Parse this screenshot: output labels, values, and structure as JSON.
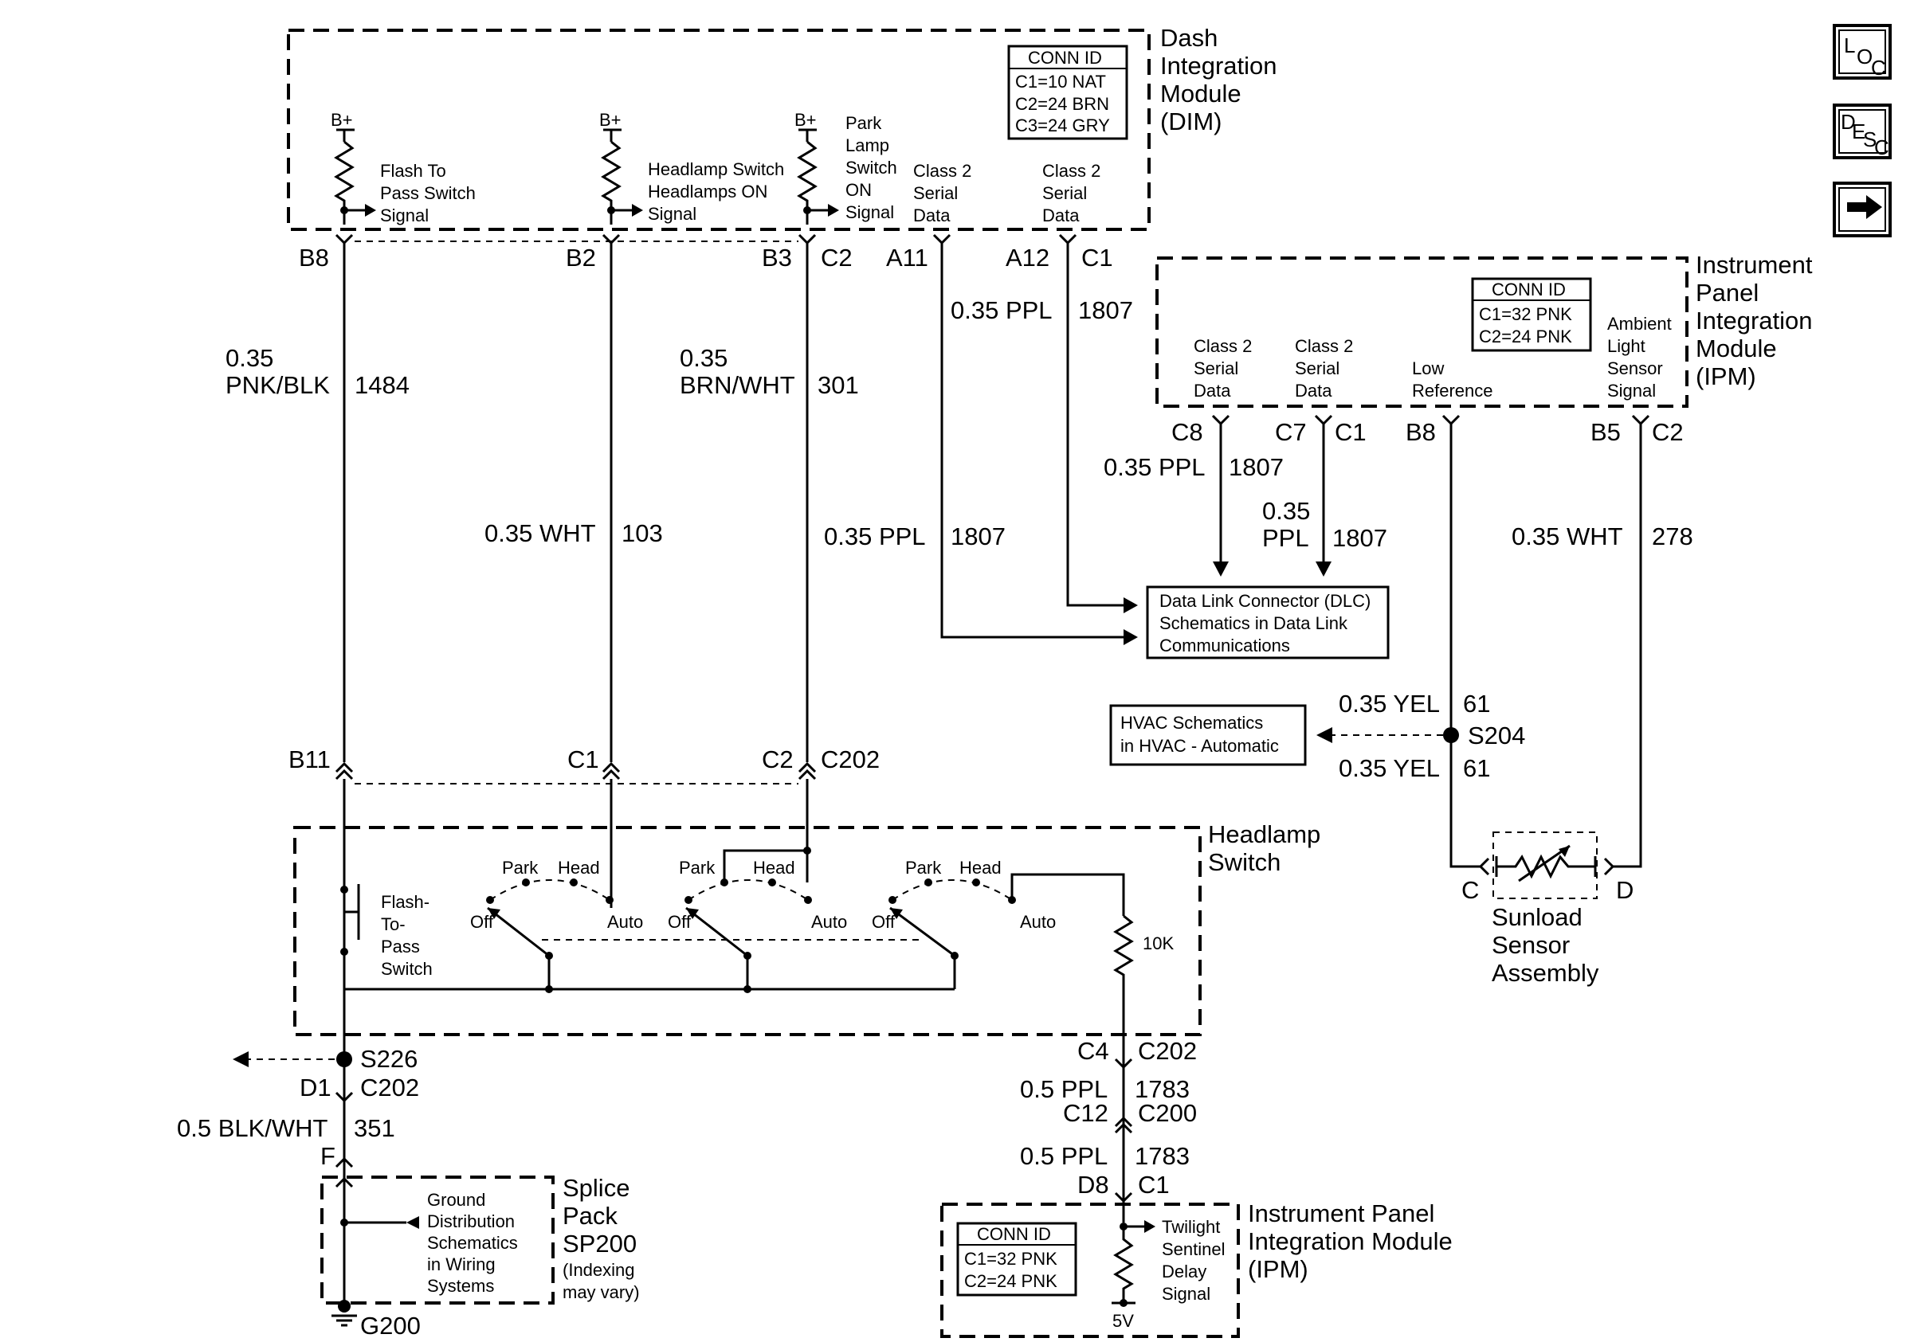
{
  "modules": {
    "dim": {
      "name": [
        "Dash",
        "Integration",
        "Module",
        "(DIM)"
      ],
      "conn_title": "CONN ID",
      "conns": [
        "C1=10 NAT",
        "C2=24 BRN",
        "C3=24 GRY"
      ]
    },
    "ipm_top": {
      "name": [
        "Instrument",
        "Panel",
        "Integration",
        "Module",
        "(IPM)"
      ],
      "conn_title": "CONN ID",
      "conns": [
        "C1=32 PNK",
        "C2=24 PNK"
      ]
    },
    "ipm_bottom": {
      "name": [
        "Instrument Panel",
        "Integration Module",
        "(IPM)"
      ],
      "conn_title": "CONN ID",
      "conns": [
        "C1=32 PNK",
        "C2=24 PNK"
      ]
    },
    "headlamp_switch": {
      "name": [
        "Headlamp",
        "Switch"
      ]
    },
    "splice_pack": {
      "name": [
        "Splice",
        "Pack",
        "SP200"
      ],
      "note": [
        "(Indexing",
        "may vary)"
      ]
    },
    "sunload": {
      "name": [
        "Sunload",
        "Sensor",
        "Assembly"
      ],
      "pins": [
        "C",
        "D"
      ]
    }
  },
  "dim_signals": {
    "bplus": "B+",
    "flash": [
      "Flash To",
      "Pass Switch",
      "Signal"
    ],
    "headlamp": [
      "Headlamp Switch",
      "Headlamps ON",
      "Signal"
    ],
    "park": [
      "Park",
      "Lamp",
      "Switch",
      "ON",
      "Signal"
    ],
    "class2_a": [
      "Class 2",
      "Serial",
      "Data"
    ],
    "class2_b": [
      "Class 2",
      "Serial",
      "Data"
    ]
  },
  "ipm_signals": {
    "class2_a": [
      "Class 2",
      "Serial",
      "Data"
    ],
    "class2_b": [
      "Class 2",
      "Serial",
      "Data"
    ],
    "low_ref": [
      "Low",
      "Reference"
    ],
    "ambient": [
      "Ambient",
      "Light",
      "Sensor",
      "Signal"
    ]
  },
  "pins": {
    "dim_b8": "B8",
    "dim_b2": "B2",
    "dim_b3": "B3",
    "dim_c2": "C2",
    "dim_a11": "A11",
    "dim_a12": "A12",
    "dim_c1": "C1",
    "ipm_c8": "C8",
    "ipm_c7": "C7",
    "ipm_c1": "C1",
    "ipm_b8": "B8",
    "ipm_b5": "B5",
    "ipm_c2": "C2",
    "hs_b11": "B11",
    "hs_c1": "C1",
    "hs_c2": "C2",
    "hs_c202": "C202",
    "s226": "S226",
    "d1": "D1",
    "c202_a": "C202",
    "f": "F",
    "g200": "G200",
    "c4": "C4",
    "c202_b": "C202",
    "c12": "C12",
    "c200": "C200",
    "d8": "D8",
    "c1_b": "C1",
    "s204": "S204"
  },
  "wires": {
    "w1484_gauge": "0.35",
    "w1484_color": "PNK/BLK",
    "w1484_num": "1484",
    "w103_label": "0.35 WHT",
    "w103_num": "103",
    "w301_gauge": "0.35",
    "w301_color": "BRN/WHT",
    "w301_num": "301",
    "w1807_a_label": "0.35 PPL",
    "w1807_a_num": "1807",
    "w1807_b_label": "0.35 PPL",
    "w1807_b_num": "1807",
    "w1807_c_label": "0.35 PPL",
    "w1807_c_num": "1807",
    "w1807_d_gauge": "0.35",
    "w1807_d_color": "PPL",
    "w1807_d_num": "1807",
    "w278_label": "0.35 WHT",
    "w278_num": "278",
    "w61_a_label": "0.35 YEL",
    "w61_a_num": "61",
    "w61_b_label": "0.35 YEL",
    "w61_b_num": "61",
    "w351_label": "0.5 BLK/WHT",
    "w351_num": "351",
    "w1783_a_label": "0.5 PPL",
    "w1783_a_num": "1783",
    "w1783_b_label": "0.5 PPL",
    "w1783_b_num": "1783"
  },
  "references": {
    "dlc": [
      "Data Link Connector (DLC)",
      "Schematics in Data Link",
      "Communications"
    ],
    "hvac": [
      "HVAC Schematics",
      "in HVAC - Automatic"
    ],
    "ground": [
      "Ground",
      "Distribution",
      "Schematics",
      "in Wiring",
      "Systems"
    ]
  },
  "switch_labels": {
    "park": "Park",
    "head": "Head",
    "off": "Off",
    "auto": "Auto",
    "ftp": [
      "Flash-",
      "To-",
      "Pass",
      "Switch"
    ],
    "resistor": "10K"
  },
  "ipm_bottom_signal": [
    "Twilight",
    "Sentinel",
    "Delay",
    "Signal"
  ],
  "voltage": "5V",
  "nav": {
    "loc": [
      "L",
      "O",
      "C"
    ],
    "desc": [
      "D",
      "E",
      "S",
      "C"
    ],
    "next": "next-arrow-icon"
  }
}
